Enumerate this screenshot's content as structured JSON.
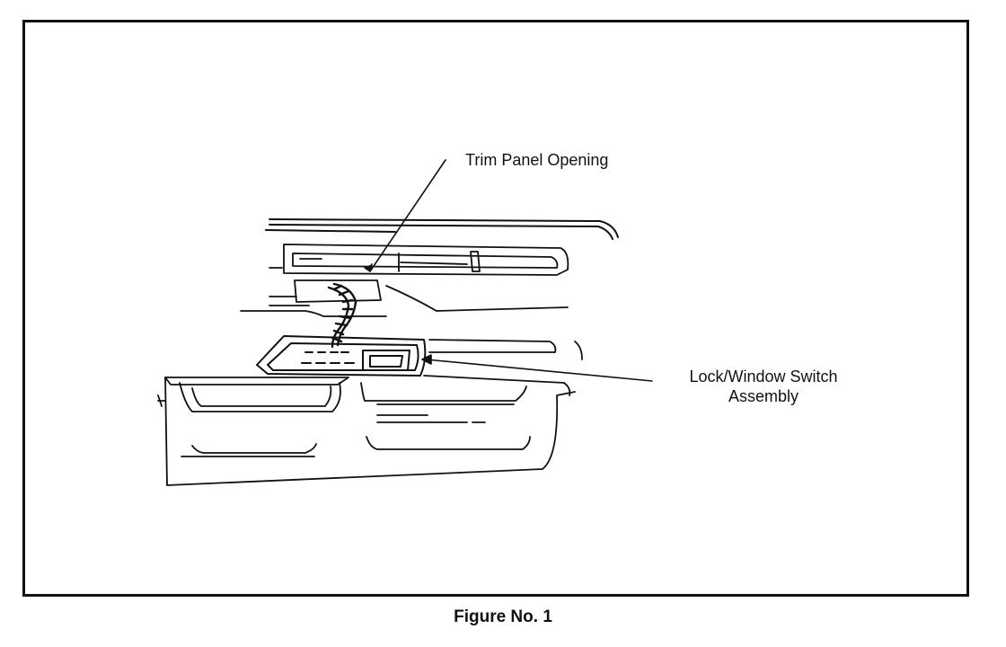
{
  "figure": {
    "caption": "Figure No. 1",
    "callouts": {
      "trim_panel_opening": "Trim Panel Opening",
      "lock_window_switch_line1": "Lock/Window Switch",
      "lock_window_switch_line2": "Assembly"
    }
  },
  "colors": {
    "ink": "#111111",
    "paper": "#ffffff"
  }
}
